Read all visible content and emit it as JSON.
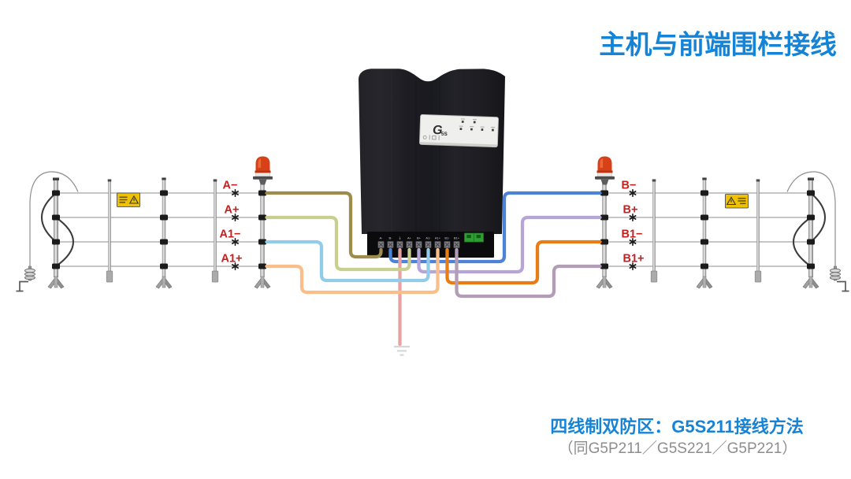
{
  "title": {
    "text": "主机与前端围栏接线",
    "color": "#1583d6"
  },
  "footer": {
    "line1": "四线制双防区：G5S211接线方法",
    "line1_color": "#1583d6",
    "line2": "（同G5P211／G5S221／G5P221）",
    "line2_color": "#8d8d8d"
  },
  "device": {
    "logo_main": "G",
    "logo_sub": "5S",
    "terminal_labels": [
      "A-",
      "B-",
      "⏚",
      "A+",
      "B+",
      "A1-",
      "A1+",
      "B1-",
      "B1+"
    ]
  },
  "fence": {
    "left_zone_labels": [
      "A−",
      "A+",
      "A1−",
      "A1+"
    ],
    "right_zone_labels": [
      "B−",
      "B+",
      "B1−",
      "B1+"
    ],
    "label_color": "#c2221f"
  },
  "wires": [
    {
      "name": "A-",
      "color": "#9c8d4c"
    },
    {
      "name": "B-",
      "color": "#4d82d6"
    },
    {
      "name": "GND",
      "color": "#e8a2a2"
    },
    {
      "name": "A+",
      "color": "#c9cf8e"
    },
    {
      "name": "B+",
      "color": "#b6a6d8"
    },
    {
      "name": "A1-",
      "color": "#93cce8"
    },
    {
      "name": "A1+",
      "color": "#f9be89"
    },
    {
      "name": "B1-",
      "color": "#e87d16"
    },
    {
      "name": "B1+",
      "color": "#b29cb6"
    }
  ]
}
